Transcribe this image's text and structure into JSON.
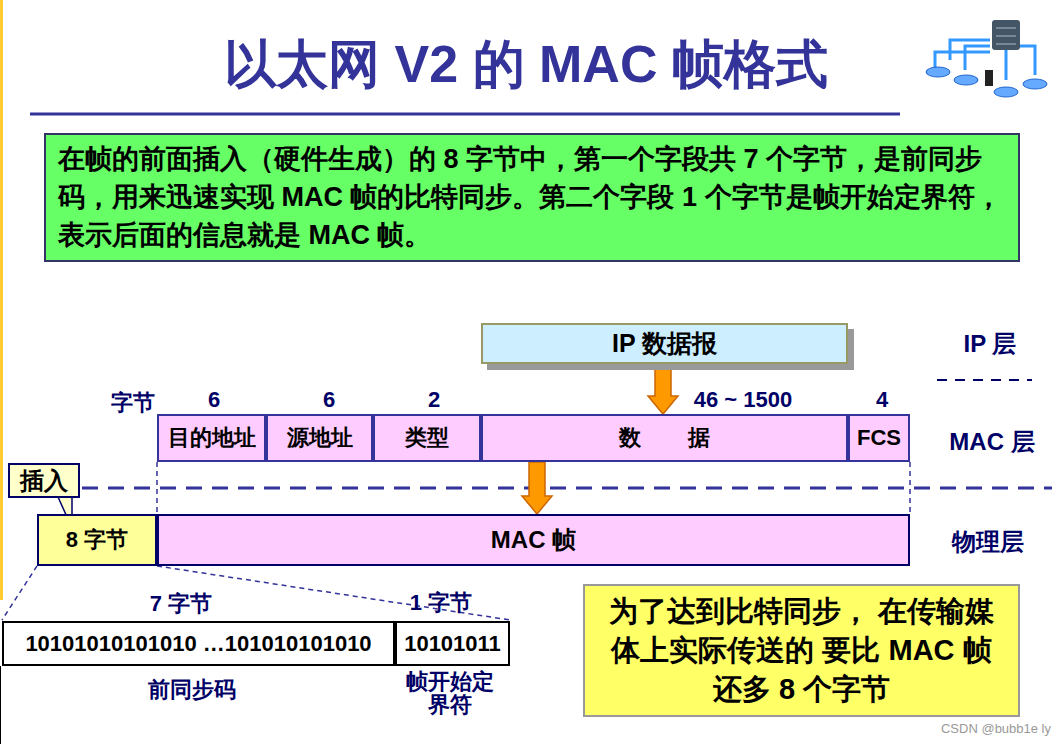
{
  "diagram": {
    "title": "以太网 V2 的 MAC 帧格式",
    "nodes": [
      {
        "text": [
          "在帧的前面插入（硬件生成）的 8 字节中，第一个字段共 7 个字节，是前同步码，用来迅速实现 MAC 帧的比特同步。第二个字段 1 个字节是帧开始定界符，表示后面的信息就是 MAC 帧。"
        ]
      },
      {
        "text": [
          "IP 数据报"
        ]
      },
      {
        "text": [
          "目的地址"
        ]
      },
      {
        "text": [
          "源地址"
        ]
      },
      {
        "text": [
          "类型"
        ]
      },
      {
        "text": [
          "数 据"
        ]
      },
      {
        "text": [
          "FCS"
        ]
      },
      {
        "text": [
          "插入"
        ]
      },
      {
        "text": [
          "8 字节"
        ]
      },
      {
        "text": [
          "MAC 帧"
        ]
      },
      {
        "text": [
          "10101010101010 …101010101010"
        ]
      },
      {
        "text": [
          "10101011"
        ]
      },
      {
        "text": [
          "为了达到比特同步， 在传输媒体上实际传送的 要比 MAC 帧还多 8 个字节"
        ]
      }
    ],
    "edges": [
      {
        "from": 1,
        "to": 5,
        "arrow": "to"
      },
      {
        "from": 5,
        "to": 9,
        "arrow": "to"
      }
    ],
    "labels": [
      "IP 层",
      "MAC 层",
      "物理层",
      "字节",
      "6",
      "6",
      "2",
      "46 ~ 1500",
      "4",
      "7 字节",
      "1 字节",
      "前同步码",
      "帧开始定界符",
      "CSDN @bubb1e ly"
    ]
  }
}
